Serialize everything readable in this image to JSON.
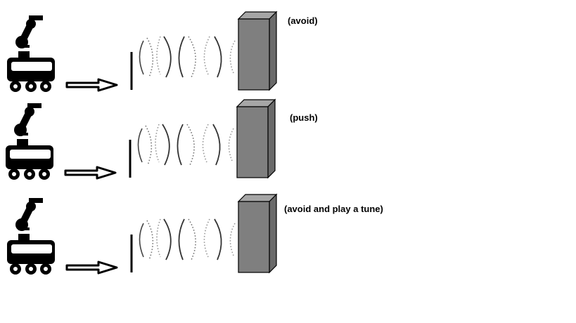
{
  "scenarios": [
    {
      "caption": "(avoid)",
      "robot_icon": "robot-arm-icon",
      "arrow_icon": "arrow-right-icon",
      "sensor_icon": "sound-wave-icon",
      "obstacle_icon": "box-obstacle-icon"
    },
    {
      "caption": "(push)",
      "robot_icon": "robot-arm-icon",
      "arrow_icon": "arrow-right-icon",
      "sensor_icon": "sound-wave-icon",
      "obstacle_icon": "box-obstacle-icon"
    },
    {
      "caption": "(avoid and play a tune)",
      "robot_icon": "robot-arm-icon",
      "arrow_icon": "arrow-right-icon",
      "sensor_icon": "sound-wave-icon",
      "obstacle_icon": "box-obstacle-icon"
    }
  ],
  "colors": {
    "ink": "#000000",
    "box_front": "#7f7f7f",
    "box_top": "#a6a6a6",
    "box_side": "#6a6a6a",
    "wave_dark": "#444444",
    "wave_light": "#9a9a9a"
  }
}
